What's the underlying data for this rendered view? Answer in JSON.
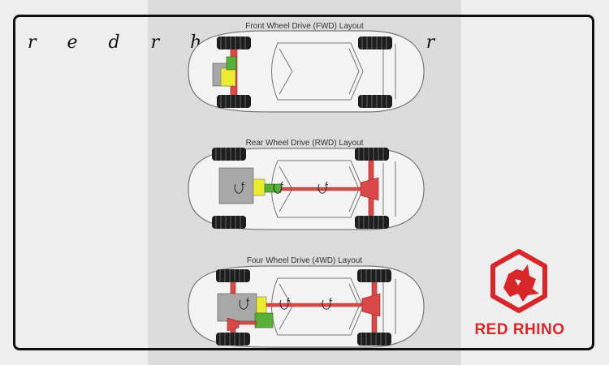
{
  "watermark": {
    "text": "r e d r h i n o . i r"
  },
  "layouts": [
    {
      "title": "Front Wheel Drive (FWD) Layout"
    },
    {
      "title": "Rear Wheel Drive (RWD) Layout"
    },
    {
      "title": "Four Wheel Drive (4WD) Layout"
    }
  ],
  "logo": {
    "text": "RED RHINO",
    "color": "#d8262a"
  },
  "colors": {
    "engine": "#a8a8a8",
    "transmission": "#ecec30",
    "transfer_case": "#58b038",
    "drive_shaft": "#d84a4a",
    "frame": "#111111"
  }
}
